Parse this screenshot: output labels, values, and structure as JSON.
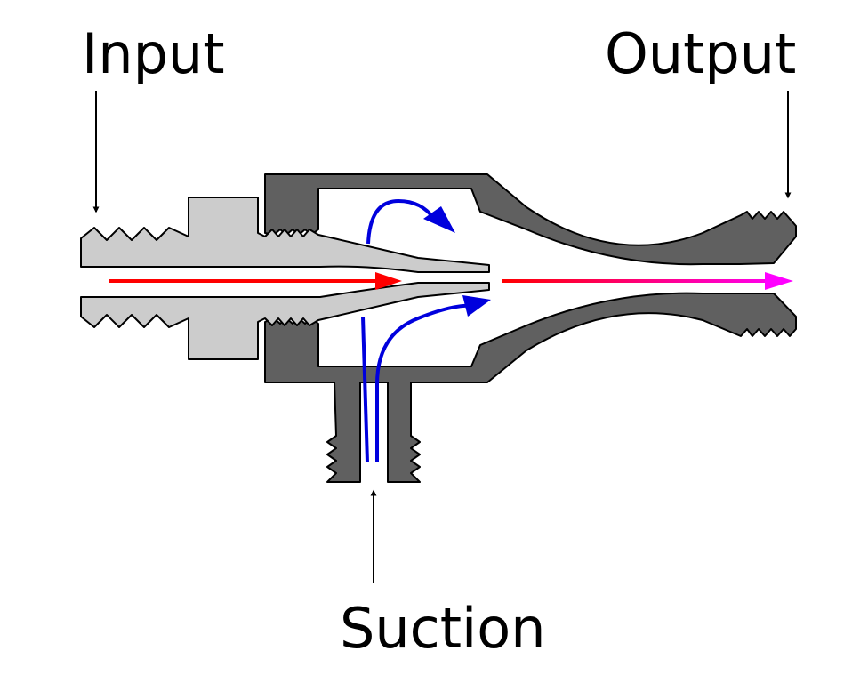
{
  "labels": {
    "input": "Input",
    "output": "Output",
    "suction": "Suction"
  },
  "colors": {
    "body_dark": "#606060",
    "nozzle_light": "#cccccc",
    "motive_flow": "#ff0000",
    "mixed_flow": "#ff00ff",
    "suction_flow": "#0000dd",
    "outline": "#000000"
  },
  "icons": {
    "motive_flow": "red-arrow",
    "suction_flow": "blue-arrow",
    "discharge_flow": "red-to-magenta-arrow"
  }
}
